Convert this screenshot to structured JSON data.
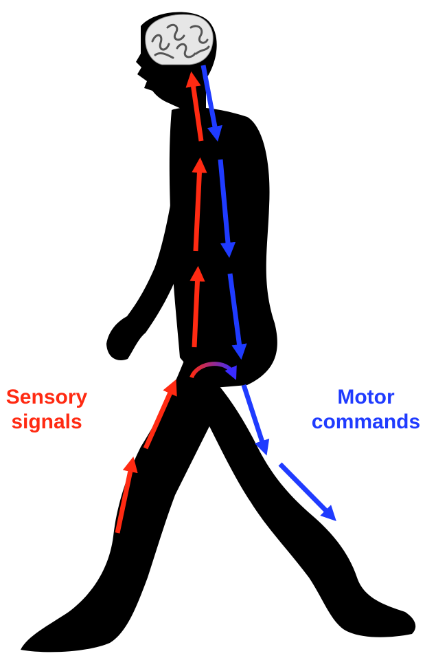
{
  "colors": {
    "sensory": "#ff2a12",
    "motor": "#1f3bff",
    "body": "#000000",
    "brain": "#e6e6e6",
    "transition_start": "#ff2a12",
    "transition_end": "#3a2bff"
  },
  "labels": {
    "sensory_line1": "Sensory",
    "sensory_line2": "signals",
    "motor_line1": "Motor",
    "motor_line2": "commands"
  },
  "icons": {
    "brain": "brain-icon",
    "body": "walking-human-silhouette"
  }
}
